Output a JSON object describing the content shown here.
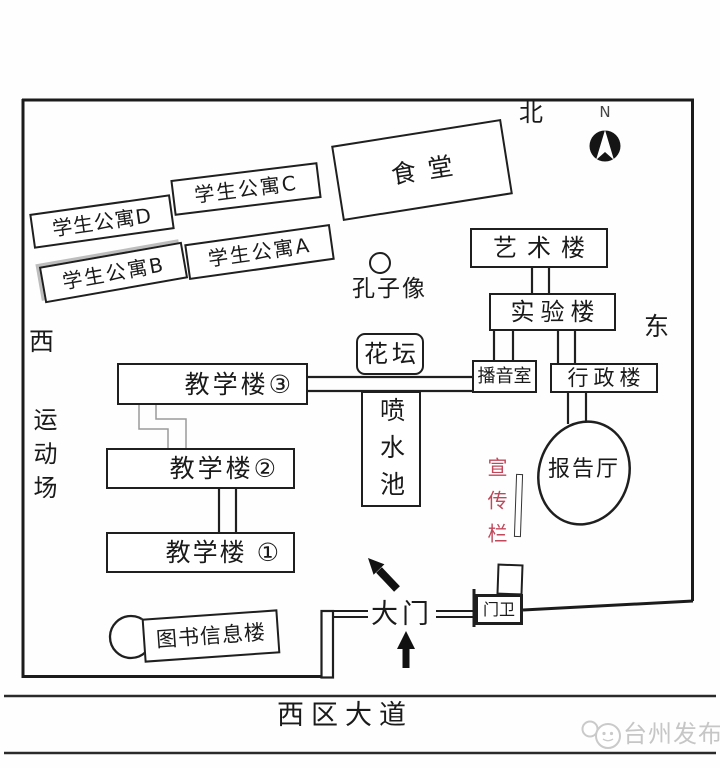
{
  "compass": {
    "n_label": "N"
  },
  "direction_labels": {
    "north": "北",
    "west": "西",
    "east": "东"
  },
  "area_labels": {
    "playground": "运动场",
    "road": "西区大道"
  },
  "buildings": {
    "canteen": "食堂",
    "dorm_d": "学生公寓D",
    "dorm_c": "学生公寓C",
    "dorm_b": "学生公寓B",
    "dorm_a": "学生公寓A",
    "art_building": "艺术楼",
    "lab_building": "实验楼",
    "broadcast_room": "播音室",
    "admin_building": "行政楼",
    "lecture_hall": "报告厅",
    "teaching_3": "教学楼③",
    "teaching_2": "教学楼②",
    "teaching_1": "教学楼 ①",
    "library": "图书信息楼",
    "guard_room": "门卫"
  },
  "landmarks": {
    "confucius_statue": "孔子像",
    "flower_bed": "花坛",
    "fountain": "喷水池",
    "bulletin_board": "宣传栏",
    "main_gate": "大门"
  },
  "watermark": "台州发布",
  "colors": {
    "line": "#1c1c1c",
    "bulletin_red": "#c0485a",
    "watermark_gray": "#c6c6c6"
  }
}
